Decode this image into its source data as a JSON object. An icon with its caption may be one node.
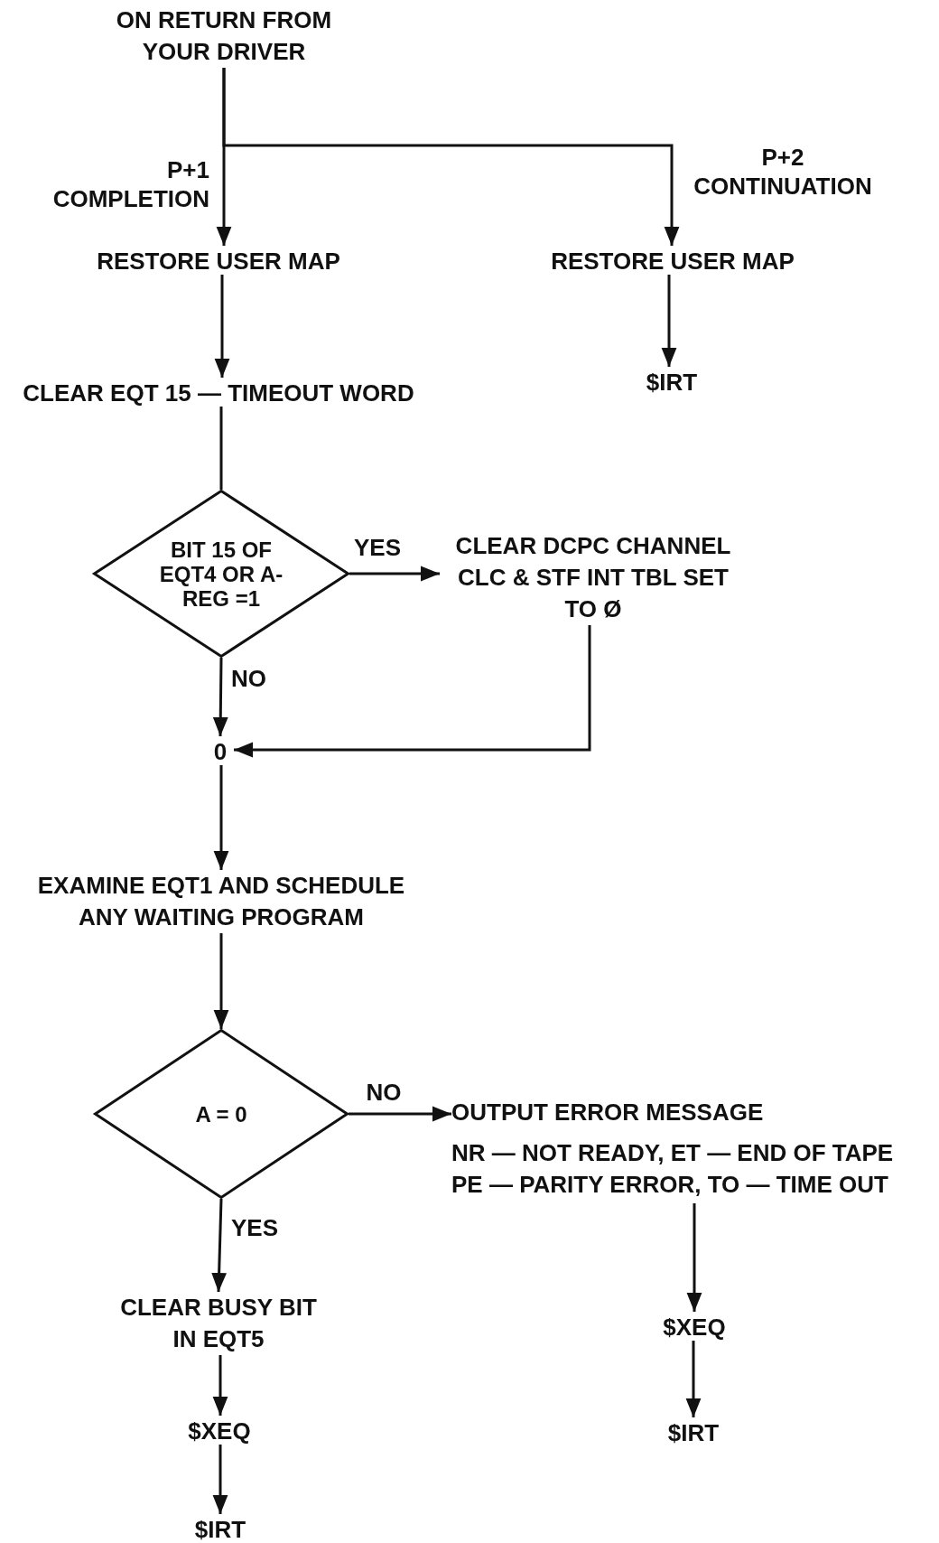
{
  "diagram": {
    "nodes": [
      {
        "text": [
          "ON RETURN FROM YOUR DRIVER"
        ]
      },
      {
        "text": [
          "RESTORE USER MAP"
        ]
      },
      {
        "text": [
          "RESTORE USER MAP"
        ]
      },
      {
        "text": [
          "$IRT"
        ]
      },
      {
        "text": [
          "CLEAR EQT 15 — TIMEOUT WORD"
        ]
      },
      {
        "text": [
          "BIT 15 OF EQT4 OR A-REG =1"
        ]
      },
      {
        "text": [
          "CLEAR DCPC CHANNEL CLC & STF INT TBL SET TO Ø"
        ]
      },
      {
        "text": [
          "0"
        ]
      },
      {
        "text": [
          "EXAMINE EQT1 AND SCHEDULE ANY WAITING PROGRAM"
        ]
      },
      {
        "text": [
          "A = 0"
        ]
      },
      {
        "text": [
          "OUTPUT ERROR MESSAGE",
          "NR — NOT READY, ET — END OF TAPE",
          "PE — PARITY ERROR, TO — TIME OUT"
        ]
      },
      {
        "text": [
          "CLEAR BUSY BIT IN EQT5"
        ]
      },
      {
        "text": [
          "$XEQ"
        ]
      },
      {
        "text": [
          "$IRT"
        ]
      },
      {
        "text": [
          "$XEQ"
        ]
      },
      {
        "text": [
          "$IRT"
        ]
      }
    ],
    "edges": [
      {
        "from": 0,
        "to": 1,
        "arrow": "to",
        "label": "P+1 COMPLETION"
      },
      {
        "from": 0,
        "to": 2,
        "arrow": "to",
        "label": "P+2 CONTINUATION"
      },
      {
        "from": 1,
        "to": 4,
        "arrow": "to"
      },
      {
        "from": 2,
        "to": 3,
        "arrow": "to"
      },
      {
        "from": 4,
        "to": 5,
        "arrow": "none"
      },
      {
        "from": 5,
        "to": 6,
        "arrow": "to",
        "label": "YES"
      },
      {
        "from": 5,
        "to": 7,
        "arrow": "to",
        "label": "NO"
      },
      {
        "from": 6,
        "to": 7,
        "arrow": "to"
      },
      {
        "from": 7,
        "to": 8,
        "arrow": "to"
      },
      {
        "from": 8,
        "to": 9,
        "arrow": "to"
      },
      {
        "from": 9,
        "to": 10,
        "arrow": "to",
        "label": "NO"
      },
      {
        "from": 9,
        "to": 11,
        "arrow": "to",
        "label": "YES"
      },
      {
        "from": 11,
        "to": 12,
        "arrow": "to"
      },
      {
        "from": 12,
        "to": 13,
        "arrow": "to"
      },
      {
        "from": 10,
        "to": 14,
        "arrow": "to"
      },
      {
        "from": 14,
        "to": 15,
        "arrow": "to"
      }
    ]
  }
}
